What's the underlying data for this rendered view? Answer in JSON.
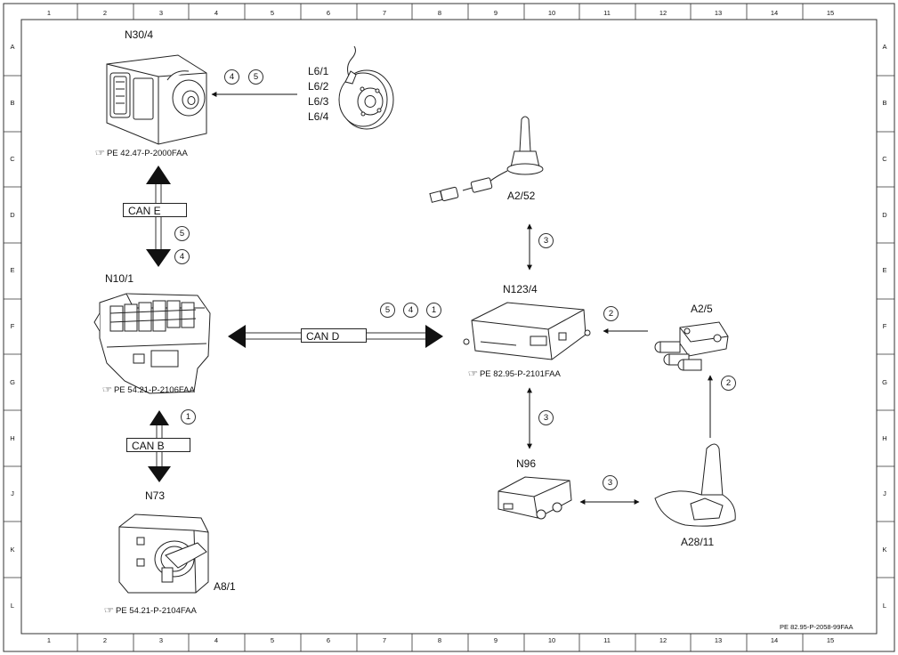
{
  "grid": {
    "columns": [
      "1",
      "2",
      "3",
      "4",
      "5",
      "6",
      "7",
      "8",
      "9",
      "10",
      "11",
      "12",
      "13",
      "14",
      "15"
    ],
    "rows": [
      "A",
      "B",
      "C",
      "D",
      "E",
      "F",
      "G",
      "H",
      "J",
      "K",
      "L"
    ]
  },
  "components": {
    "n30_4": {
      "label": "N30/4",
      "ref": "PE 42.47-P-2000FAA"
    },
    "l6": {
      "labels": [
        "L6/1",
        "L6/2",
        "L6/3",
        "L6/4"
      ]
    },
    "n10_1": {
      "label": "N10/1",
      "ref": "PE 54.21-P-2106FAA"
    },
    "n73": {
      "label": "N73"
    },
    "a8_1": {
      "label": "A8/1",
      "ref": "PE 54.21-P-2104FAA"
    },
    "a2_52": {
      "label": "A2/52"
    },
    "n123_4": {
      "label": "N123/4",
      "ref": "PE 82.95-P-2101FAA"
    },
    "a2_5": {
      "label": "A2/5"
    },
    "n96": {
      "label": "N96"
    },
    "a28_11": {
      "label": "A28/11"
    }
  },
  "buses": {
    "can_e": "CAN E",
    "can_d": "CAN D",
    "can_b": "CAN B"
  },
  "signals": {
    "wheel_to_n30": [
      "4",
      "5"
    ],
    "can_e": [
      "5",
      "4"
    ],
    "can_d": [
      "5",
      "4",
      "1"
    ],
    "can_b": [
      "1"
    ],
    "a2_52": [
      "3"
    ],
    "a2_5": [
      "2"
    ],
    "a28_11_up": [
      "2"
    ],
    "n123_n96": [
      "3"
    ],
    "n96_a28": [
      "3"
    ]
  },
  "doc_id": "PE 82.95-P-2058-99FAA"
}
